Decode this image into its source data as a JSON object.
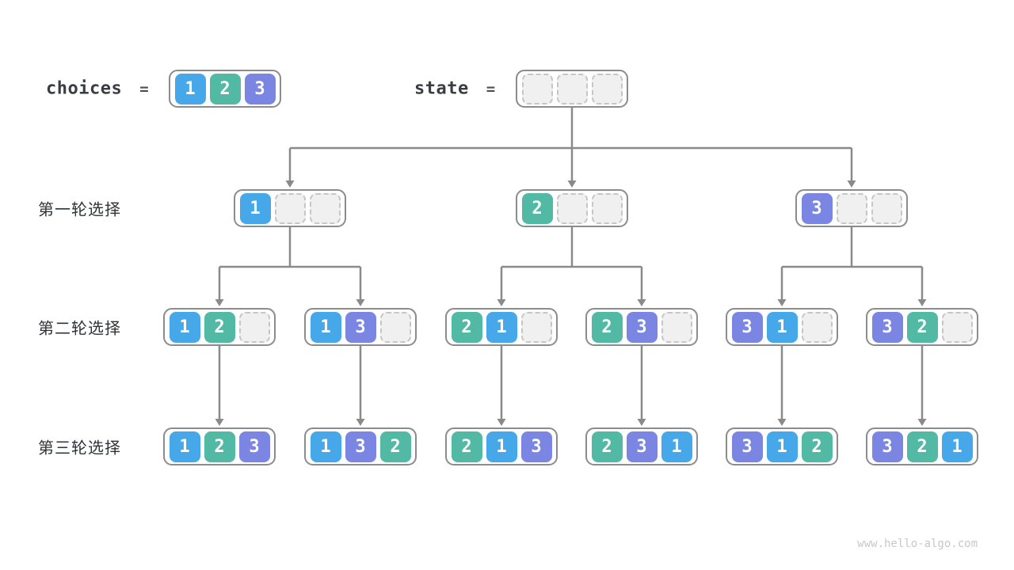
{
  "palette": {
    "cell_colors": {
      "1": "#47a8e9",
      "2": "#52b9a4",
      "3": "#7b86e3"
    },
    "empty_cell_fill": "#f0f0f1",
    "empty_cell_border": "#c6c6c6",
    "box_border": "#8c8c8c",
    "arrow_color": "#8a8a8a",
    "label_color": "#2f3338",
    "watermark_color": "#c8c8c8"
  },
  "header": {
    "choices_label": "choices",
    "choices_equals": "=",
    "choices_values": [
      "1",
      "2",
      "3"
    ],
    "state_label": "state",
    "state_equals": "=",
    "state_slot_count": 3
  },
  "rows": [
    {
      "label": "第一轮选择",
      "nodes": [
        {
          "cells": [
            "1",
            null,
            null
          ],
          "parent": "state"
        },
        {
          "cells": [
            "2",
            null,
            null
          ],
          "parent": "state"
        },
        {
          "cells": [
            "3",
            null,
            null
          ],
          "parent": "state"
        }
      ]
    },
    {
      "label": "第二轮选择",
      "nodes": [
        {
          "cells": [
            "1",
            "2",
            null
          ],
          "parent": 0
        },
        {
          "cells": [
            "1",
            "3",
            null
          ],
          "parent": 0
        },
        {
          "cells": [
            "2",
            "1",
            null
          ],
          "parent": 1
        },
        {
          "cells": [
            "2",
            "3",
            null
          ],
          "parent": 1
        },
        {
          "cells": [
            "3",
            "1",
            null
          ],
          "parent": 2
        },
        {
          "cells": [
            "3",
            "2",
            null
          ],
          "parent": 2
        }
      ]
    },
    {
      "label": "第三轮选择",
      "nodes": [
        {
          "cells": [
            "1",
            "2",
            "3"
          ],
          "parent": 0
        },
        {
          "cells": [
            "1",
            "3",
            "2"
          ],
          "parent": 1
        },
        {
          "cells": [
            "2",
            "1",
            "3"
          ],
          "parent": 2
        },
        {
          "cells": [
            "2",
            "3",
            "1"
          ],
          "parent": 3
        },
        {
          "cells": [
            "3",
            "1",
            "2"
          ],
          "parent": 4
        },
        {
          "cells": [
            "3",
            "2",
            "1"
          ],
          "parent": 5
        }
      ]
    }
  ],
  "watermark": "www.hello-algo.com"
}
